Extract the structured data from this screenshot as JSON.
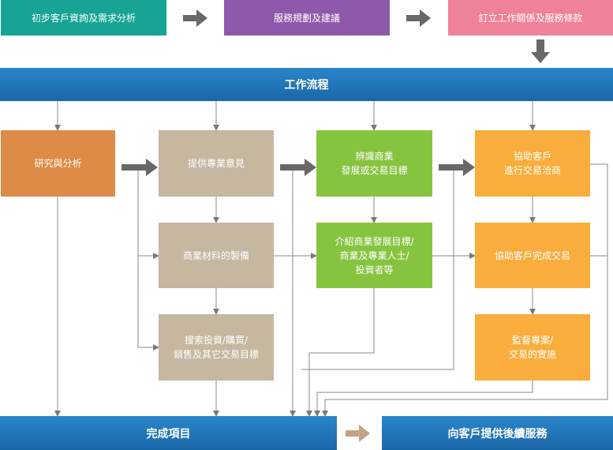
{
  "colors": {
    "teal": "#17a495",
    "purple": "#8e59aa",
    "pink": "#ef8198",
    "blue": "#1f74ba",
    "orange": "#dd8b46",
    "taupe": "#c5b7a0",
    "green": "#86c440",
    "amber": "#f9ad3c",
    "arrow_gray": "#686868",
    "arrow_tan": "#c3a384",
    "line_gray": "#8a8a8a"
  },
  "top_steps": [
    {
      "label": "初步客戶資詢及需求分析"
    },
    {
      "label": "服務規劃及建議"
    },
    {
      "label": "訂立工作關係及服務條款"
    }
  ],
  "workflow_banner": {
    "label": "工作流程"
  },
  "columns": {
    "research": {
      "label": "研究與分析"
    },
    "professional": [
      {
        "label": "提供專業意見"
      },
      {
        "label": "商業材料的製備"
      },
      {
        "label": "搜索投資/購買/\n銷售及其它交易目標"
      }
    ],
    "identify": [
      {
        "label": "辨識商業\n發展或交易目標"
      },
      {
        "label": "介紹商業發展目標/\n商業及專業人士/\n投資者等"
      }
    ],
    "assist": [
      {
        "label": "協助客戶\n進行交易洽商"
      },
      {
        "label": "協助客戶完成交易"
      },
      {
        "label": "監督專案/\n交易的實施"
      }
    ]
  },
  "bottom": {
    "complete": {
      "label": "完成項目"
    },
    "followup": {
      "label": "向客戶提供後續服務"
    }
  }
}
